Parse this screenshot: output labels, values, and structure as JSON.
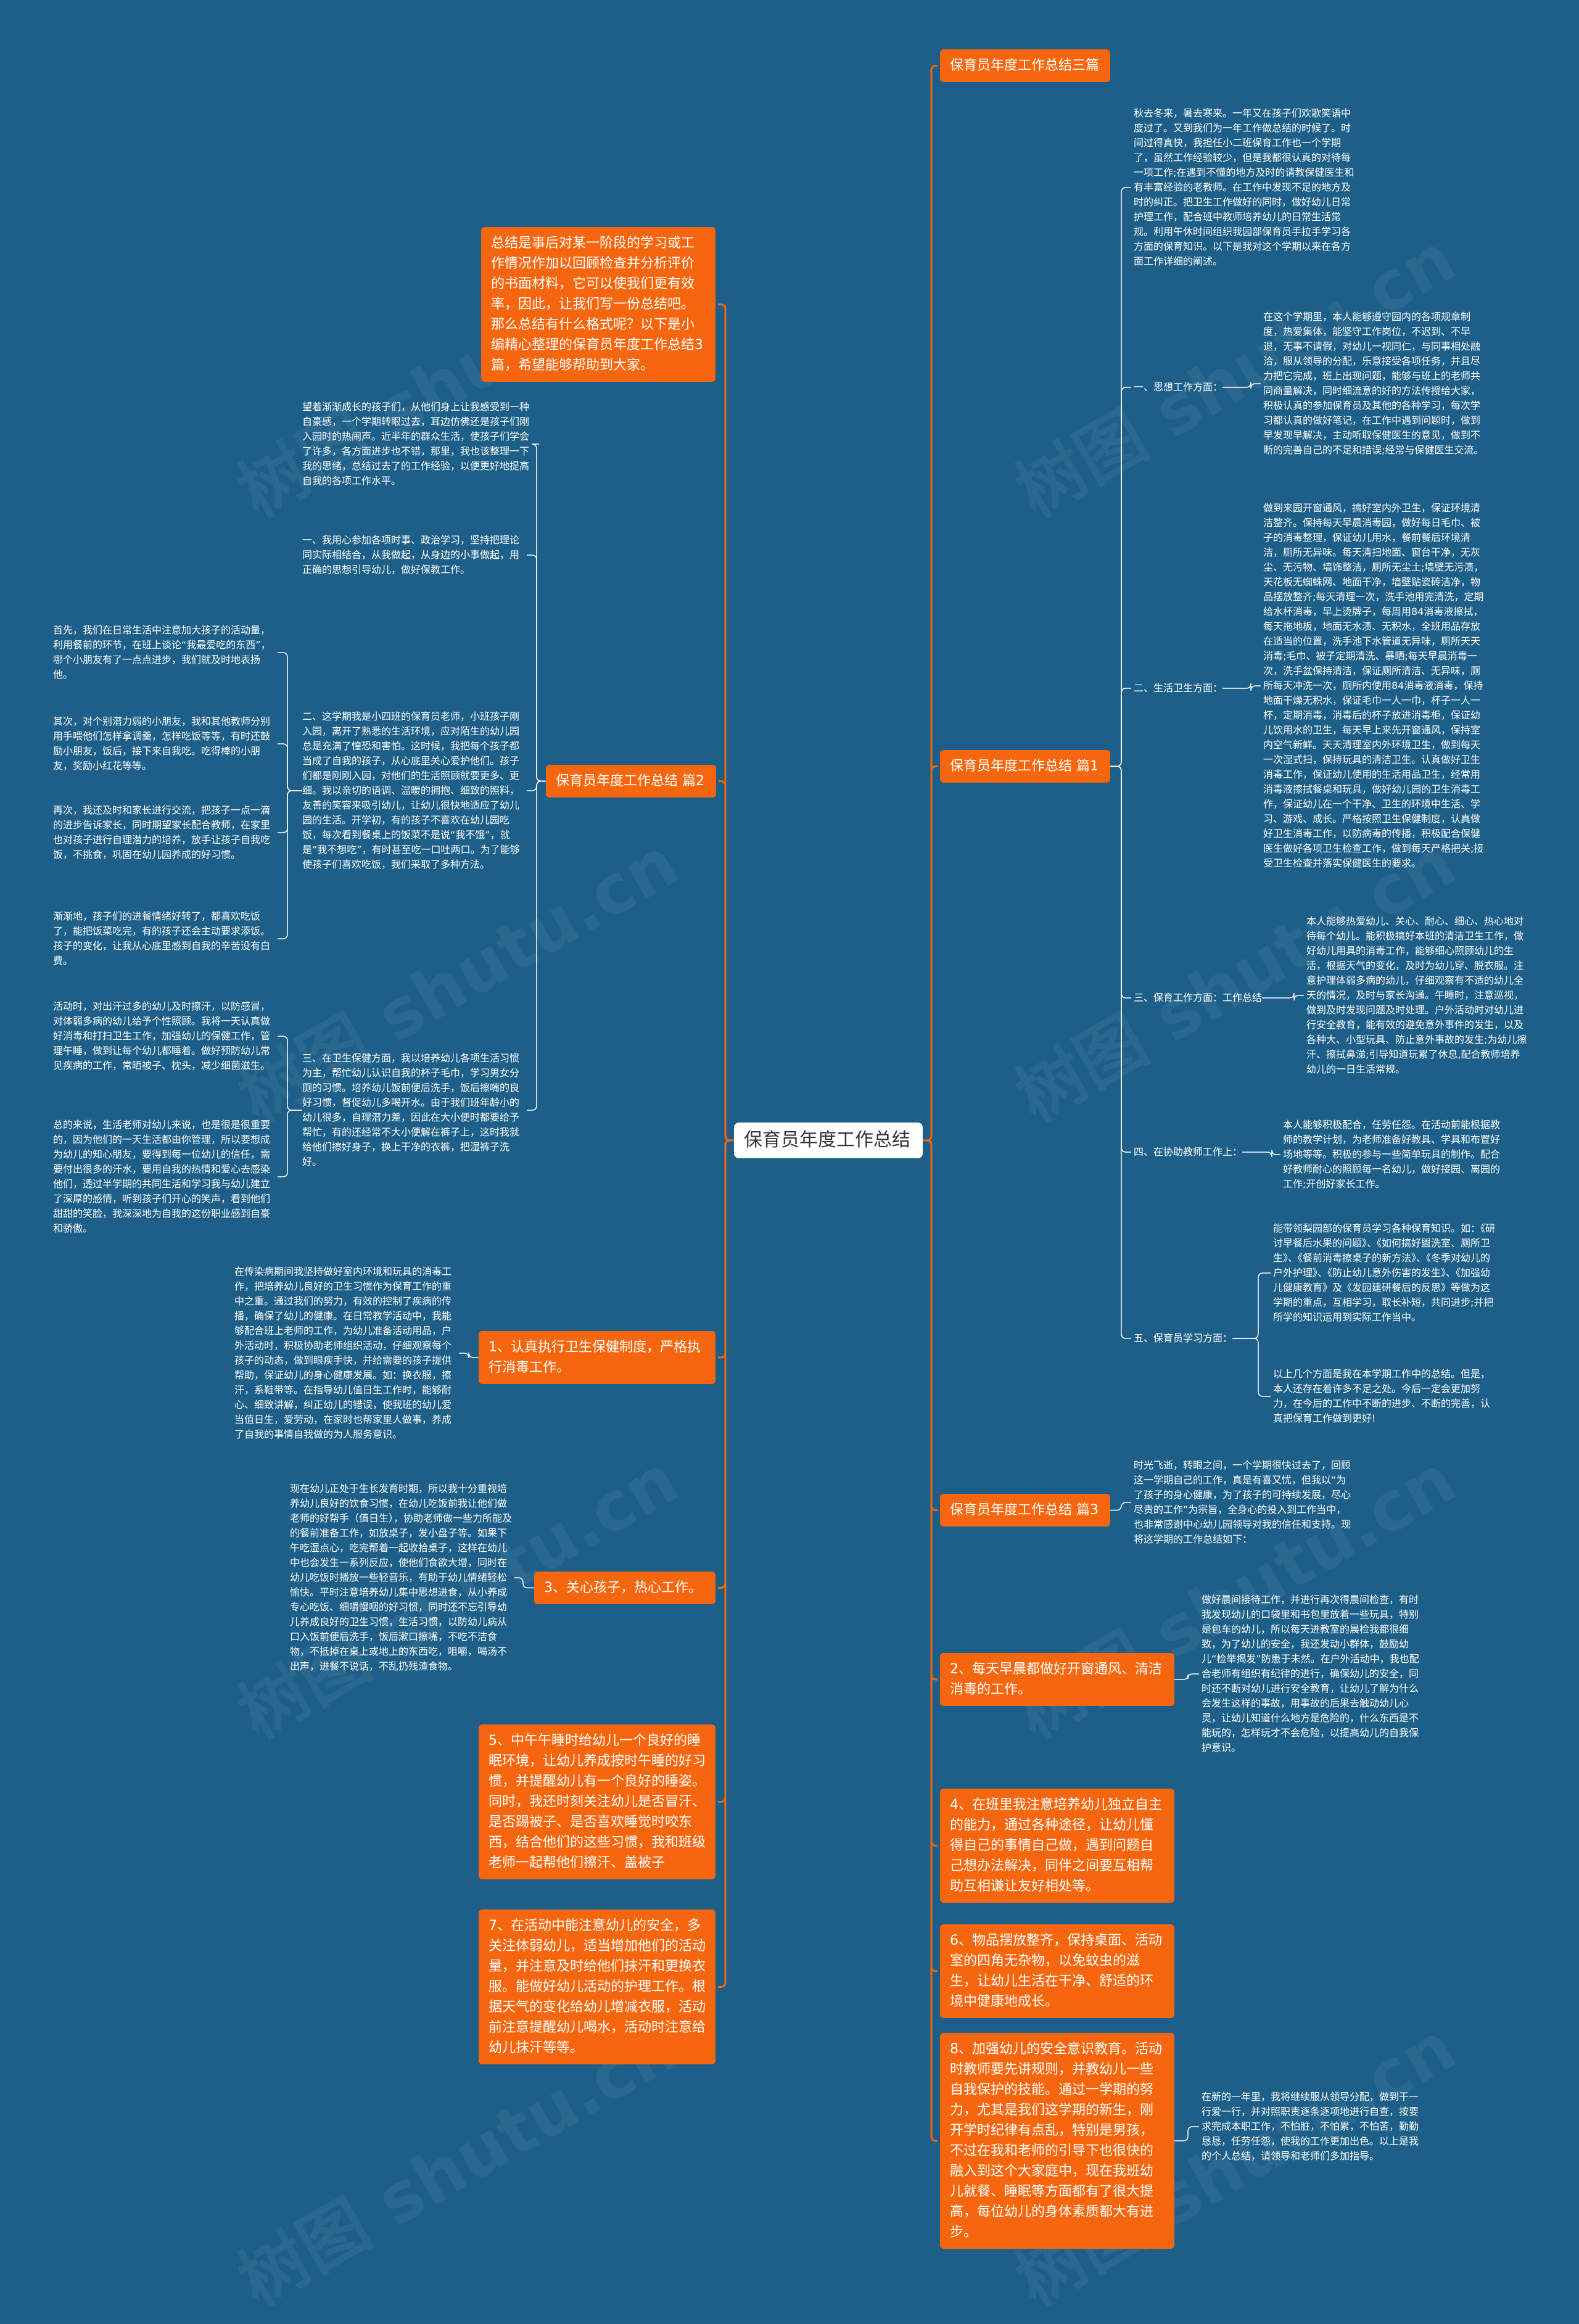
{
  "root": {
    "label": "保育员年度工作总结"
  },
  "watermark": "树图 shutu.cn",
  "colors": {
    "background": "#1d5f88",
    "branch": "#f5660f",
    "root_bg": "#ffffff",
    "text": "#ffffff"
  },
  "left": {
    "intro": "总结是事后对某一阶段的学习或工作情况作加以回顾检查并分析评价的书面材料，它可以使我们更有效率，因此，让我们写一份总结吧。那么总结有什么格式呢？以下是小编精心整理的保育员年度工作总结3篇，希望能够帮助到大家。",
    "pian2": {
      "label": "保育员年度工作总结 篇2",
      "c1": "望着渐渐成长的孩子们，从他们身上让我感受到一种自豪感，一个学期转眼过去，耳边仿佛还是孩子们刚入园时的热闹声。近半年的群众生活，使孩子们学会了许多，各方面进步也不错，那里，我也该整理一下我的思绪，总结过去了的工作经验，以便更好地提高自我的各项工作水平。",
      "c2": "一、我用心参加各项时事、政治学习，坚持把理论同实际相结合，从我做起，从身边的小事做起，用正确的思想引导幼儿，做好保教工作。",
      "c3": "二、这学期我是小四班的保育员老师，小班孩子刚入园，离开了熟悉的生活环境，应对陌生的幼儿园总是充满了惶恐和害怕。这时候，我把每个孩子都当成了自我的孩子，从心底里关心爱护他们。孩子们都是刚刚入园，对他们的生活照顾就要更多、更细。我以亲切的语调、温暖的拥抱、细致的照料，友善的笑容来吸引幼儿，让幼儿很快地适应了幼儿园的生活。开学初，有的孩子不喜欢在幼儿园吃饭，每次看到餐桌上的饭菜不是说“我不饿”，就是“我不想吃”，有时甚至吃一口吐两口。为了能够使孩子们喜欢吃饭，我们采取了多种方法。",
      "c3a": "首先，我们在日常生活中注意加大孩子的活动量，利用餐前的环节，在班上谈论“我最爱吃的东西”，哪个小朋友有了一点点进步，我们就及时地表扬他。",
      "c3b": "其次，对个别潜力弱的小朋友，我和其他教师分别用手喂他们怎样拿调羹，怎样吃饭等等，有时还鼓励小朋友，饭后，接下来自我吃。吃得棒的小朋友，奖励小红花等等。",
      "c3c": "再次，我还及时和家长进行交流，把孩子一点一滴的进步告诉家长，同时期望家长配合教师，在家里也对孩子进行自理潜力的培养，放手让孩子自我吃饭，不挑食，巩固在幼儿园养成的好习惯。",
      "c3d": "渐渐地，孩子们的进餐情绪好转了，都喜欢吃饭了，能把饭菜吃完，有的孩子还会主动要求添饭。孩子的变化，让我从心底里感到自我的辛苦没有白费。",
      "c4": "三、在卫生保健方面，我以培养幼儿各项生活习惯为主，帮忙幼儿认识自我的杯子毛巾，学习男女分厕的习惯。培养幼儿饭前便后洗手，饭后擦嘴的良好习惯，督促幼儿多喝开水。由于我们班年龄小的幼儿很多，自理潜力差，因此在大小便时都要给予帮忙，有的还经常不大小便解在裤子上，这时我就给他们擦好身子，换上干净的衣裤，把湿裤子洗好。",
      "c4a": "活动时，对出汗过多的幼儿及时擦汗，以防感冒，对体弱多病的幼儿给予个性照顾。我将一天认真做好消毒和打扫卫生工作，加强幼儿的保健工作，管理午睡，做到让每个幼儿都睡着。做好预防幼儿常见疾病的工作，常晒被子、枕头，减少细菌滋生。",
      "c4b": "总的来说，生活老师对幼儿来说，也是很是很重要的，因为他们的一天生活都由你管理，所以要想成为幼儿的知心朋友，要得到每一位幼儿的信任，需要付出很多的汗水，要用自我的热情和爱心去感染他们，透过半学期的共同生活和学习我与幼儿建立了深厚的感情，听到孩子们开心的笑声，看到他们甜甜的笑脸，我深深地为自我的这份职业感到自豪和骄傲。"
    },
    "p1": {
      "label": "1、认真执行卫生保健制度，严格执行消毒工作。",
      "c": "在传染病期间我坚持做好室内环境和玩具的消毒工作，把培养幼儿良好的卫生习惯作为保育工作的重中之重。通过我们的努力，有效的控制了疾病的传播，确保了幼儿的健康。在日常教学活动中，我能够配合班上老师的工作，为幼儿准备活动用品，户外活动时，积极协助老师组织活动，仔细观察每个孩子的动态，做到眼疾手快，并给需要的孩子提供帮助，保证幼儿的身心健康发展。如：换衣服，擦汗，系鞋带等。在指导幼儿值日生工作时，能够耐心、细致讲解，纠正幼儿的错误，使我班的幼儿爱当值日生，爱劳动，在家时也帮家里人做事，养成了自我的事情自我做的为人服务意识。"
    },
    "p3": {
      "label": "3、关心孩子，热心工作。",
      "c": "现在幼儿正处于生长发育时期，所以我十分重视培养幼儿良好的饮食习惯，在幼儿吃饭前我让他们做老师的好帮手（值日生），协助老师做一些力所能及的餐前准备工作，如放桌子，发小盘子等。如果下午吃湿点心，吃完帮着一起收拾桌子，这样在幼儿中也会发生一系列反应，使他们食欲大增，同时在幼儿吃饭时播放一些轻音乐，有助于幼儿情绪轻松愉快。平时注意培养幼儿集中思想进食，从小养成专心吃饭、细嚼慢咽的好习惯，同时还不忘引导幼儿养成良好的卫生习惯，生活习惯，以防幼儿病从口入饭前便后洗手，饭后漱口擦嘴，不吃不洁食物，不抵掉在桌上或地上的东西吃，咀嚼，喝汤不出声，进餐不说话，不乱扔残渣食物。"
    },
    "p5": {
      "label": "5、中午午睡时给幼儿一个良好的睡眠环境，让幼儿养成按时午睡的好习惯，并提醒幼儿有一个良好的睡姿。同时，我还时刻关注幼儿是否冒汗、是否踢被子、是否喜欢睡觉时咬东西，结合他们的这些习惯，我和班级老师一起帮他们擦汗、盖被子"
    },
    "p7": {
      "label": "7、在活动中能注意幼儿的安全，多关注体弱幼儿，适当增加他们的活动量，并注意及时给他们抹汗和更换衣服。能做好幼儿活动的护理工作。根据天气的变化给幼儿增减衣服，活动前注意提醒幼儿喝水，活动时注意给幼儿抹汗等等。"
    }
  },
  "right": {
    "title3": {
      "label": "保育员年度工作总结三篇"
    },
    "pian1": {
      "label": "保育员年度工作总结 篇1",
      "intro": "秋去冬来，暑去寒来。一年又在孩子们欢歌笑语中度过了。又到我们为一年工作做总结的时候了。时间过得真快，我担任小二班保育工作也一个学期了，虽然工作经验较少，但是我都很认真的对待每一项工作;在遇到不懂的地方及时的请教保健医生和有丰富经验的老教师。在工作中发现不足的地方及时的纠正。把卫生工作做好的同时，做好幼儿日常护理工作，配合班中教师培养幼儿的日常生活常规。利用午休时间组织我园部保育员手拉手学习各方面的保育知识。以下是我对这个学期以来在各方面工作详细的阐述。",
      "s1": {
        "label": "一、思想工作方面：",
        "c": "在这个学期里，本人能够遵守园内的各项规章制度，热爱集体，能坚守工作岗位，不迟到、不早退，无事不请假，对幼儿一视同仁，与同事相处融洽，服从领导的分配，乐意接受各项任务，并且尽力把它完成，班上出现问题，能够与班上的老师共同商量解决，同时细流意的好的方法传授给大家，积极认真的参加保育员及其他的各种学习，每次学习都认真的做好笔记，在工作中遇到问题时，做到早发现早解决，主动听取保健医生的意见，做到不断的完善自己的不足和措误;经常与保健医生交流。"
      },
      "s2": {
        "label": "二、生活卫生方面：",
        "c": "做到来园开窗通风，搞好室内外卫生，保证环境清洁整齐。保持每天早晨消毒园，做好每日毛巾、被子的消毒整理，保证幼儿用水，餐前餐后环境清洁，厕所无异味。每天清扫地面、窗台干净，无灰尘、无污物、墙饰整洁，厕所无尘土;墙壁无污渍，天花板无蜘蛛网、地面干净，墙壁贴瓷砖洁净，物品摆放整齐;每天清理一次，洗手池用完清洗，定期给水杯消毒，早上烫牌子，每周用84消毒液擦拭，每天拖地板，地面无水渍、无积水，全班用品存放在适当的位置，洗手池下水管道无异味，厕所天天消毒;毛巾、被子定期清洗、暴晒;每天早晨消毒一次，洗手盆保持清洁，保证厕所清洁、无异味，厕所每天冲洗一次，厕所内使用84消毒液消毒，保持地面干燥无积水，保证毛巾一人一巾，杯子一人一杯，定期消毒，消毒后的杯子放进消毒柜，保证幼儿饮用水的卫生，每天早上来先开窗通风，保持室内空气新鲜。天天清理室内外环境卫生，做到每天一次湿式扫，保持玩具的清洁卫生。认真做好卫生消毒工作，保证幼儿使用的生活用品卫生，经常用消毒液擦拭餐桌和玩具，做好幼儿园的卫生消毒工作，保证幼儿在一个干净、卫生的环境中生活、学习、游戏、成长。严格按照卫生保健制度，认真做好卫生消毒工作，以防病毒的传播，积极配合保健医生做好各项卫生检查工作，做到每天严格把关;接受卫生检查并落实保健医生的要求。"
      },
      "s3": {
        "label": "三、保育工作方面：工作总结",
        "c": "本人能够热爱幼儿、关心、耐心、细心、热心地对待每个幼儿。能积极搞好本班的清洁卫生工作，做好幼儿用具的消毒工作，能够细心照顾幼儿的生活，根据天气的变化，及时为幼儿穿、脱衣服。注意护理体弱多病的幼儿，仔细观察有不适的幼儿全天的情况，及时与家长沟通。午睡时，注意巡视，做到及时发现问题及时处理。户外活动时对幼儿进行安全教育，能有效的避免意外事件的发生，以及各种大、小型玩具、防止意外事故的发生;为幼儿擦汗、擦拭鼻涕;引导知道玩累了休息,配合教师培养幼儿的一日生活常规。"
      },
      "s4": {
        "label": "四、在协助教师工作上：",
        "c": "本人能够积极配合，任劳任怨。在活动前能根据教师的教学计划，为老师准备好教具、学具和布置好场地等等。积极的参与一些简单玩具的制作。配合好教师耐心的照顾每一名幼儿，做好接园、离园的工作;开创好家长工作。"
      },
      "s5": {
        "label": "五、保育员学习方面：",
        "c1": "能带领梨园部的保育员学习各种保育知识。如：《研讨早餐后水果的问题》、《如何搞好盥洗室、厕所卫生》、《餐前消毒擦桌子的新方法》、《冬季对幼儿的户外护理》、《防止幼儿意外伤害的发生》、《加强幼儿健康教育》及《发园建研餐后的反思》等做为这学期的重点，互相学习，取长补短，共同进步;并把所学的知识运用到实际工作当中。",
        "c2": "以上几个方面是我在本学期工作中的总结。但是，本人还存在着许多不足之处。今后一定会更加努力，在今后的工作中不断的进步、不断的完善，认真把保育工作做到更好!"
      }
    },
    "pian3": {
      "label": "保育员年度工作总结 篇3",
      "c": "时光飞逝，转眼之间，一个学期很快过去了，回顾这一学期自己的工作，真是有喜又忧，但我以“为了孩子的身心健康，为了孩子的可持续发展，尽心尽责的工作”为宗旨，全身心的投入到工作当中，也非常感谢中心幼儿园领导对我的信任和支持。现将这学期的工作总结如下："
    },
    "p2": {
      "label": "2、每天早晨都做好开窗通风、清洁消毒的工作。",
      "c": "做好晨间接待工作，并进行再次得晨间检查，有时我发现幼儿的口袋里和书包里放着一些玩具，特别是包车的幼儿，所以每天进教室的晨检我都很细致，为了幼儿的安全，我还发动小群体，鼓励幼儿“检举揭发”防患于未然。在户外活动中，我也配合老师有组织有纪律的进行，确保幼儿的安全，同时还不断对幼儿进行安全教育，让幼儿了解为什么会发生这样的事故，用事故的后果去触动幼儿心灵，让幼儿知道什么地方是危险的，什么东西是不能玩的，怎样玩才不会危险，以提高幼儿的自我保护意识。"
    },
    "p4": {
      "label": "4、在班里我注意培养幼儿独立自主的能力，通过各种途径，让幼儿懂得自己的事情自己做，遇到问题自己想办法解决，同伴之间要互相帮助互相谦让友好相处等。"
    },
    "p6": {
      "label": "6、物品摆放整齐，保持桌面、活动室的四角无杂物，以免蚊虫的滋生，让幼儿生活在干净、舒适的环境中健康地成长。"
    },
    "p8": {
      "label": "8、加强幼儿的安全意识教育。活动时教师要先讲规则，并教幼儿一些自我保护的技能。通过一学期的努力，尤其是我们这学期的新生，刚开学时纪律有点乱，特别是男孩，不过在我和老师的引导下也很快的融入到这个大家庭中，现在我班幼儿就餐、睡眠等方面都有了很大提高，每位幼儿的身体素质都大有进步。",
      "c": "在新的一年里，我将继续服从领导分配，做到干一行爱一行，并对照职责逐条逐项地进行自查，按要求完成本职工作，不怕脏，不怕累，不怕苦，勤勤恳恳，任劳任怨，使我的工作更加出色。以上是我的个人总结，请领导和老师们多加指导。"
    }
  }
}
